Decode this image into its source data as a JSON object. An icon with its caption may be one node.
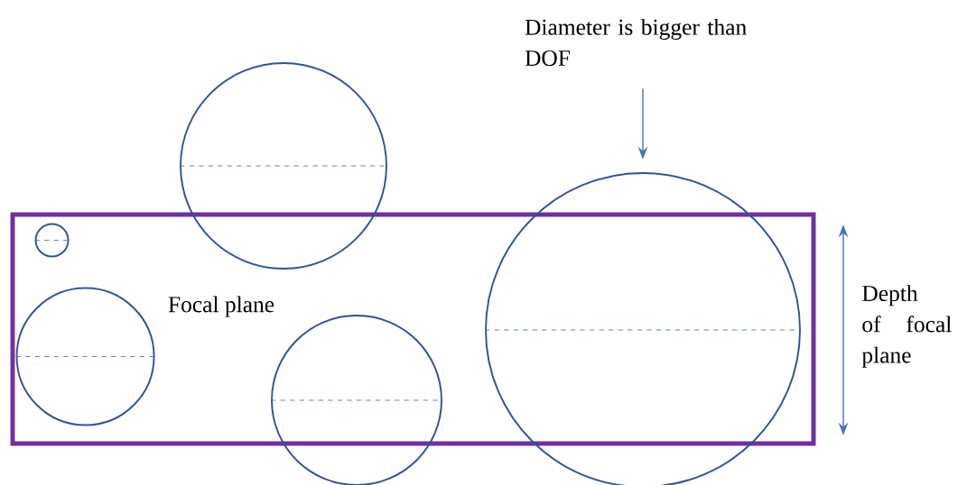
{
  "diagram": {
    "nodes": [
      {
        "text": [
          "Diameter is bigger than DOF"
        ]
      },
      {
        "text": [
          "Focal plane"
        ]
      },
      {
        "text": [],
        "shape": "circle"
      },
      {
        "text": [],
        "shape": "circle",
        "in": 1
      },
      {
        "text": [],
        "shape": "circle",
        "in": 1
      },
      {
        "text": [],
        "shape": "circle"
      },
      {
        "text": [],
        "shape": "circle"
      }
    ],
    "edges": [
      {
        "from": 0,
        "to": 6,
        "arrow": "to"
      }
    ],
    "labels": [
      "Depth of focal plane"
    ]
  }
}
